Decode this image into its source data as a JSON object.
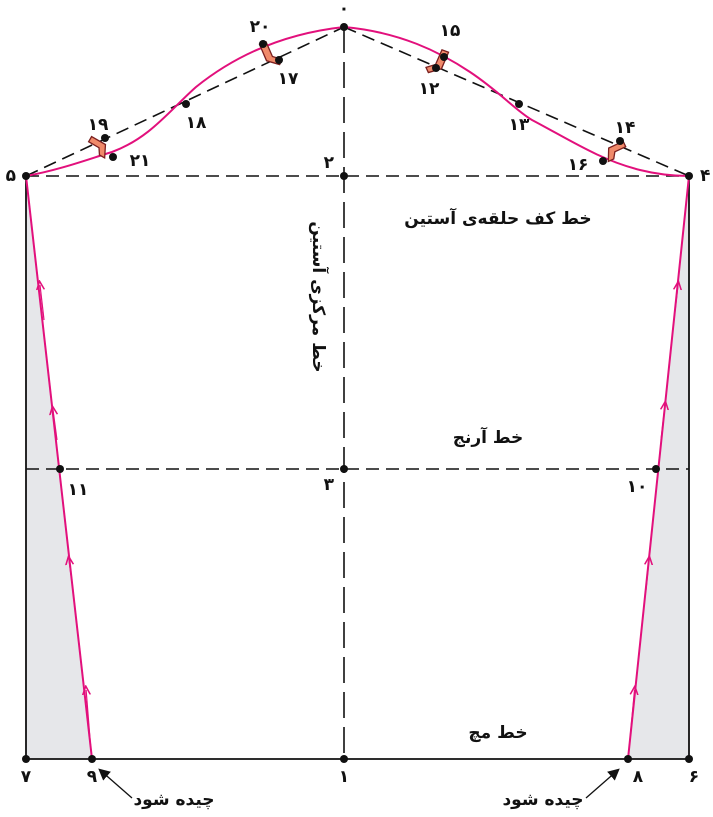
{
  "colors": {
    "outline": "#111111",
    "dash": "#111111",
    "pattern": "#e2107c",
    "shade": "#e6e7ea",
    "notch_fill": "#f08a6a",
    "notch_edge": "#7a1f1f"
  },
  "labels": {
    "cap_line": "خط کف حلقه‌ی آستین",
    "center_line": "خط مرکزی آستین",
    "elbow_line": "خط آرنج",
    "wrist_line": "خط مچ",
    "trim_left": "چیده شود",
    "trim_right": "چیده شود"
  },
  "points": {
    "p0": "۰",
    "p1": "۱",
    "p2": "۲",
    "p3": "۳",
    "p4": "۴",
    "p5": "۵",
    "p6": "۶",
    "p7": "۷",
    "p8": "۸",
    "p9": "۹",
    "p10": "۱۰",
    "p11": "۱۱",
    "p12": "۱۲",
    "p13": "۱۳",
    "p14": "۱۴",
    "p15": "۱۵",
    "p16": "۱۶",
    "p17": "۱۷",
    "p18": "۱۸",
    "p19": "۱۹",
    "p20": "۲۰",
    "p21": "۲۱"
  }
}
